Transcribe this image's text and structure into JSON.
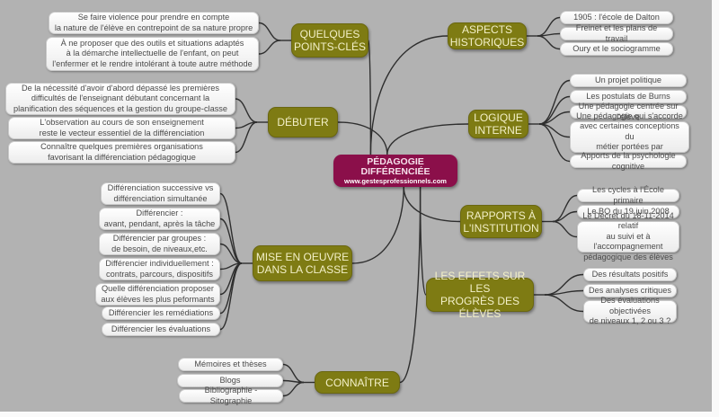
{
  "colors": {
    "background": "#b2b2b2",
    "center_node": "#8b0f4a",
    "branch_node": "#7e7b13",
    "leaf_node": "#ffffff",
    "connector": "#2e2e2e"
  },
  "center": {
    "title": "PÉDAGOGIE\nDIFFÉRENCIÉE",
    "url": "www.gestesprofessionnels.com"
  },
  "branches": {
    "points_cles": {
      "label": "QUELQUES\nPOINTS-CLÉS",
      "items": [
        "Se faire violence pour prendre  en compte\nla nature de l'élève en contrepoint de sa nature  propre",
        "À ne proposer que des outils et situations adaptés\nà la démarche intellectuelle de l'enfant, on peut\nl'enfermer et le rendre  intolérant à toute autre méthode"
      ]
    },
    "debuter": {
      "label": "DÉBUTER",
      "items": [
        "De la nécessité d'avoir d'abord  dépassé les premières\ndifficultés de l'enseignant débutant concernant  la\nplanification des séquences et la gestion du groupe-classe",
        "L'observation  au cours de son enseignement\nreste le vecteur essentiel de la différenciation",
        "Connaître quelques premières organisations\nfavorisant la différenciation pédagogique"
      ]
    },
    "mise_en_oeuvre": {
      "label": "MISE EN OEUVRE\nDANS LA CLASSE",
      "items": [
        "Différenciation successive vs\ndifférenciation simultanée",
        "Différencier :\navant, pendant, après la tâche",
        "Différencier par groupes :\nde besoin, de niveaux,etc.",
        "Différencier individuellement :\ncontrats, parcours, dispositifs",
        "Quelle différenciation proposer\naux élèves les plus peformants",
        "Différencier les remédiations",
        "Différencier les évaluations"
      ]
    },
    "connaitre": {
      "label": "CONNAÎTRE",
      "items": [
        "Mémoires et thèses",
        "Blogs",
        "Bibliographie - Sitographie"
      ]
    },
    "aspects_historiques": {
      "label": "ASPECTS\nHISTORIQUES",
      "items": [
        "1905 : l'école de Dalton",
        "Freinet et les plans de travail",
        "Oury et le sociogramme"
      ]
    },
    "logique_interne": {
      "label": "LOGIQUE\nINTERNE",
      "items": [
        "Un projet politique",
        "Les postulats de Burns",
        "Une pédagogie centrée sur l'élève",
        "Une pédagogie  qui s'accorde\navec certaines conceptions du\nmétier portées par l'enseignant",
        "Apports de la psychologie cognitive"
      ]
    },
    "rapports_institution": {
      "label": "RAPPORTS À\nL'INSTITUTION",
      "items": [
        "Les cycles à l'École primaire",
        "Le BO du 19 juin 2008",
        "Le Décret du 18-11-2014 relatif\nau suivi et à l'accompagnement\npédagogique  des  élèves"
      ]
    },
    "effets_progres": {
      "label": "LES EFFETS SUR LES\nPROGRÈS DES ÉLÈVES",
      "items": [
        "Des résultats positifs",
        "Des analyses critiques",
        "Des évaluations  objectivées\nde niveaux  1, 2 ou 3 ?"
      ]
    }
  }
}
